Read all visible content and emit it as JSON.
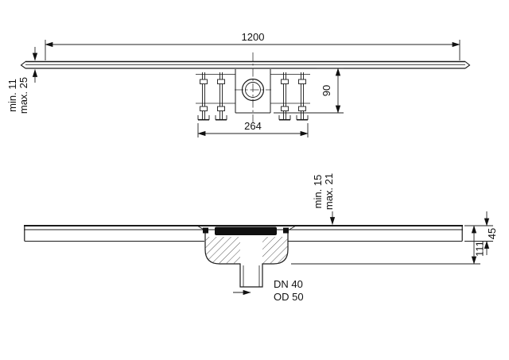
{
  "drawing": {
    "background_color": "#ffffff",
    "line_color": "#1b1b1b",
    "top_view": {
      "length_label": "1200",
      "edge_min_label": "min. 11",
      "edge_max_label": "max. 25",
      "feet_span_label": "264",
      "install_height_label": "90"
    },
    "side_view": {
      "screed_min_label": "min. 15",
      "screed_max_label": "max. 21",
      "channel_depth_label": "45",
      "total_height_label": "111",
      "outlet_dn_label": "DN 40",
      "outlet_od_label": "OD 50"
    }
  }
}
